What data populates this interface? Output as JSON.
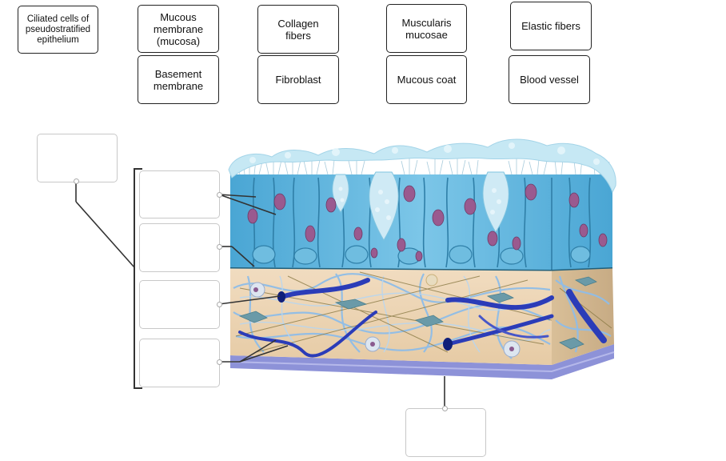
{
  "labels": [
    {
      "id": "ciliated",
      "text": "Ciliated cells of\npseudostratified\nepithelium"
    },
    {
      "id": "mucous-membrane",
      "text": "Mucous\nmembrane\n(mucosa)"
    },
    {
      "id": "basement-membrane",
      "text": "Basement\nmembrane"
    },
    {
      "id": "collagen",
      "text": "Collagen\nfibers"
    },
    {
      "id": "fibroblast",
      "text": "Fibroblast"
    },
    {
      "id": "muscularis",
      "text": "Muscularis\nmucosae"
    },
    {
      "id": "mucous-coat",
      "text": "Mucous coat"
    },
    {
      "id": "elastic",
      "text": "Elastic fibers"
    },
    {
      "id": "blood-vessel",
      "text": "Blood vessel"
    }
  ],
  "targets": [
    "target-1",
    "target-2",
    "target-3",
    "target-4",
    "target-5",
    "target-6"
  ],
  "colors": {
    "epithelium": "#5fb4dc",
    "mucus": "#c5e9f4",
    "nucleus": "#9a5a8f",
    "connective": "#ecd6b4",
    "vessel": "#2a3db8",
    "elastic": "#8ab9e6",
    "muscularis": "#8a8fd6",
    "basement": "#1f5e7a"
  }
}
